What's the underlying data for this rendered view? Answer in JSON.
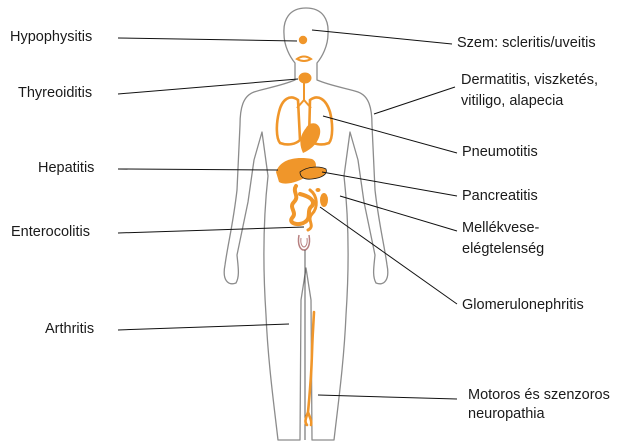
{
  "colors": {
    "organ": "#f0962a",
    "body_outline": "#8c8c8c",
    "leader_line": "#111111",
    "bladder": "#b78080"
  },
  "labels_left": {
    "hypophysitis": "Hypophysitis",
    "thyreoiditis": "Thyreoiditis",
    "hepatitis": "Hepatitis",
    "enterocolitis": "Enterocolitis",
    "arthritis": "Arthritis"
  },
  "labels_right": {
    "szem": "Szem: scleritis/uveitis",
    "dermatitis_1": "Dermatitis, viszketés,",
    "dermatitis_2": "vitiligo, alapecia",
    "pneumotitis": "Pneumotitis",
    "pancreatitis": "Pancreatitis",
    "mellekvese_1": "Mellékvese-",
    "mellekvese_2": "elégtelenség",
    "glomerulo": "Glomerulonephritis",
    "motoros_1": "Motoros és szenzoros",
    "motoros_2": "neuropathia"
  }
}
